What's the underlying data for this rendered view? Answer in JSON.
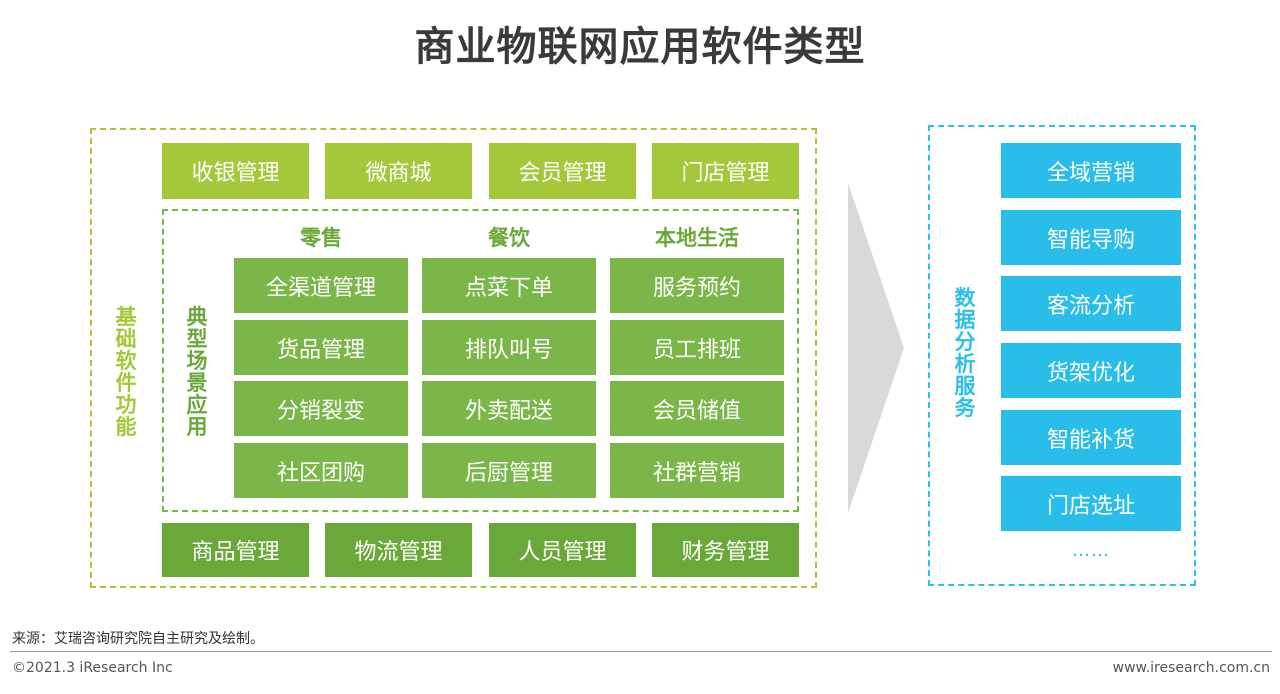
{
  "title": "商业物联网应用软件类型",
  "base_label": "基础软件功能",
  "scene_label": "典型场景应用",
  "data_label": "数据分析服务",
  "top_items": [
    "收银管理",
    "微商城",
    "会员管理",
    "门店管理"
  ],
  "bottom_items": [
    "商品管理",
    "物流管理",
    "人员管理",
    "财务管理"
  ],
  "scene_columns": [
    {
      "heading": "零售",
      "items": [
        "全渠道管理",
        "货品管理",
        "分销裂变",
        "社区团购"
      ]
    },
    {
      "heading": "餐饮",
      "items": [
        "点菜下单",
        "排队叫号",
        "外卖配送",
        "后厨管理"
      ]
    },
    {
      "heading": "本地生活",
      "items": [
        "服务预约",
        "员工排班",
        "会员储值",
        "社群营销"
      ]
    }
  ],
  "data_items": [
    "全域营销",
    "智能导购",
    "客流分析",
    "货架优化",
    "智能补货",
    "门店选址"
  ],
  "data_ellipsis": "……",
  "footer": {
    "source": "来源：艾瑞咨询研究院自主研究及绘制。",
    "copyright": "©2021.3 iResearch Inc",
    "website": "www.iresearch.com.cn"
  },
  "colors": {
    "base_green": "#a3c93a",
    "scene_green": "#7ab648",
    "dark_green": "#6aa83a",
    "data_blue": "#29bde9",
    "arrow_gray": "#d9d9d9"
  }
}
